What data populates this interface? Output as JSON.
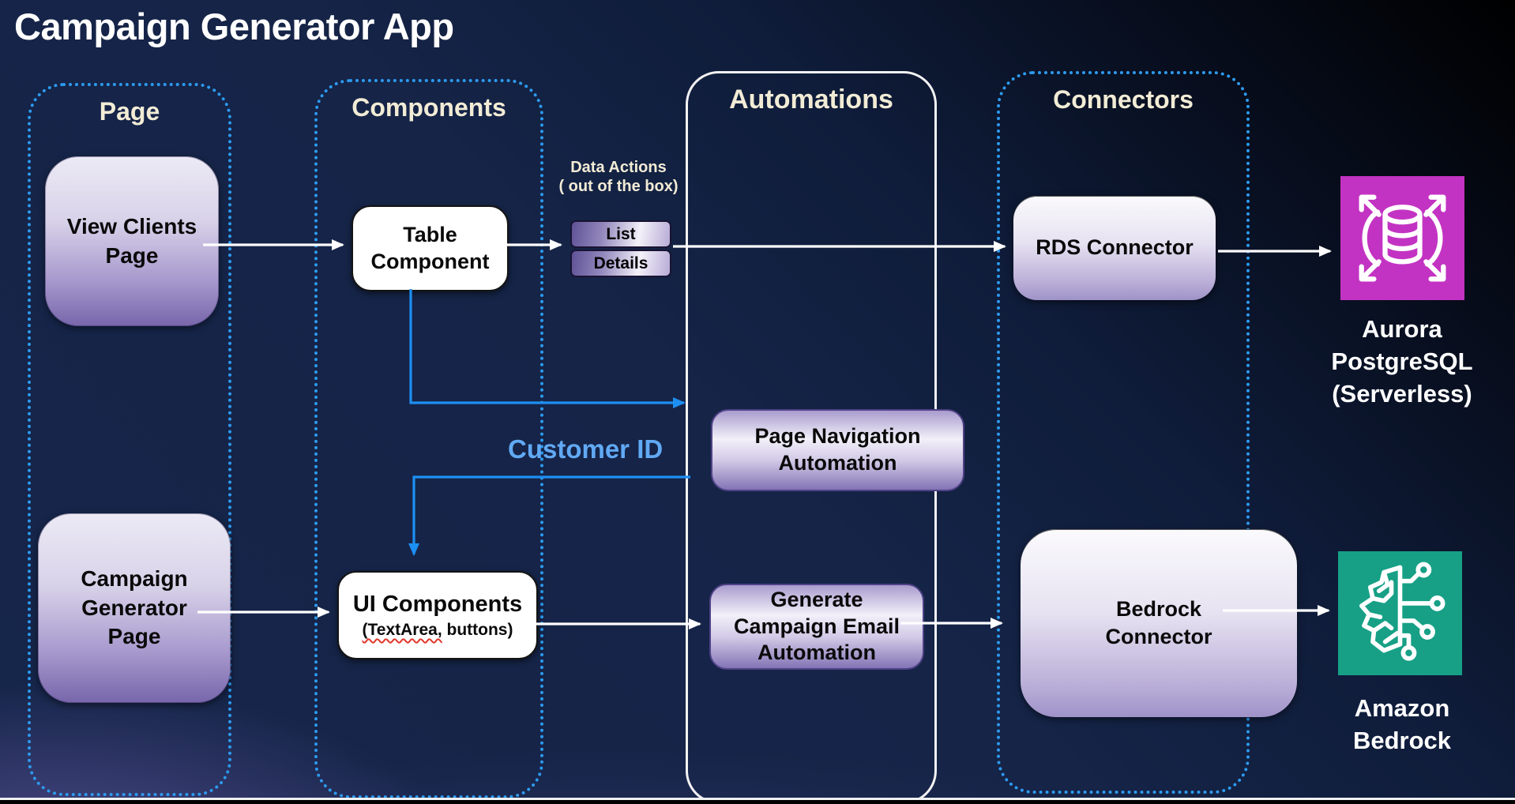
{
  "title": "Campaign Generator App",
  "columns": {
    "page": {
      "header": "Page",
      "items": [
        {
          "label": "View Clients Page"
        },
        {
          "label": "Campaign Generator Page"
        }
      ]
    },
    "components": {
      "header": "Components",
      "items": [
        {
          "label": "Table Component"
        },
        {
          "label": "UI Components",
          "sublabel_flagged": "(TextArea,",
          "sublabel_rest": " buttons)"
        }
      ]
    },
    "automations": {
      "header": "Automations",
      "items": [
        {
          "label": "Page Navigation Automation"
        },
        {
          "label": "Generate Campaign Email Automation"
        }
      ]
    },
    "connectors": {
      "header": "Connectors",
      "items": [
        {
          "label": "RDS Connector"
        },
        {
          "label": "Bedrock Connector"
        }
      ]
    }
  },
  "data_actions": {
    "title": "Data Actions",
    "subtitle": "( out of the box)",
    "buttons": [
      "List",
      "Details"
    ]
  },
  "flow_labels": {
    "customer_id": "Customer ID"
  },
  "external_services": [
    {
      "label": "Aurora\nPostgreSQL\n(Serverless)",
      "icon": "aurora-postgresql-icon",
      "color": "#c333c3"
    },
    {
      "label": "Amazon\nBedrock",
      "icon": "amazon-bedrock-icon",
      "color": "#17a086"
    }
  ],
  "colors": {
    "dotted_border": "#2d9bf0",
    "solid_border": "#f2f2f2",
    "header_text": "#f2ecd6",
    "white_arrow": "#ffffff",
    "blue_arrow": "#1e8ff2",
    "customer_id_text": "#61a9f4"
  }
}
